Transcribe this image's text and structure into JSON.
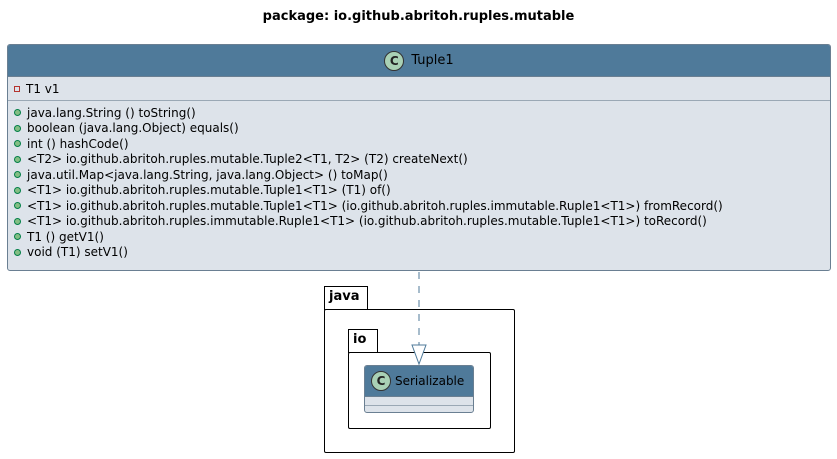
{
  "diagram": {
    "title": "package: io.github.abritoh.ruples.mutable",
    "main_class": {
      "stereotype_letter": "C",
      "name": "Tuple1",
      "fields": [
        {
          "visibility": "private",
          "text": "T1 v1"
        }
      ],
      "methods": [
        {
          "visibility": "public",
          "text": "java.lang.String () toString()"
        },
        {
          "visibility": "public",
          "text": "boolean (java.lang.Object) equals()"
        },
        {
          "visibility": "public",
          "text": "int () hashCode()"
        },
        {
          "visibility": "public",
          "text": "<T2> io.github.abritoh.ruples.mutable.Tuple2<T1, T2> (T2) createNext()"
        },
        {
          "visibility": "public",
          "text": "java.util.Map<java.lang.String, java.lang.Object> () toMap()"
        },
        {
          "visibility": "public",
          "text": "<T1> io.github.abritoh.ruples.mutable.Tuple1<T1> (T1) of()"
        },
        {
          "visibility": "public",
          "text": "<T1> io.github.abritoh.ruples.mutable.Tuple1<T1> (io.github.abritoh.ruples.immutable.Ruple1<T1>) fromRecord()"
        },
        {
          "visibility": "public",
          "text": "<T1> io.github.abritoh.ruples.immutable.Ruple1<T1> (io.github.abritoh.ruples.mutable.Tuple1<T1>) toRecord()"
        },
        {
          "visibility": "public",
          "text": "T1 () getV1()"
        },
        {
          "visibility": "public",
          "text": "void (T1) setV1()"
        }
      ]
    },
    "packages": {
      "outer": "java",
      "inner": "io"
    },
    "interface_class": {
      "stereotype_letter": "C",
      "name": "Serializable"
    },
    "colors": {
      "header": "#4f7a9a",
      "body": "#dde3ea",
      "border": "#6a7f92",
      "arrow": "#4f7a9a"
    }
  }
}
